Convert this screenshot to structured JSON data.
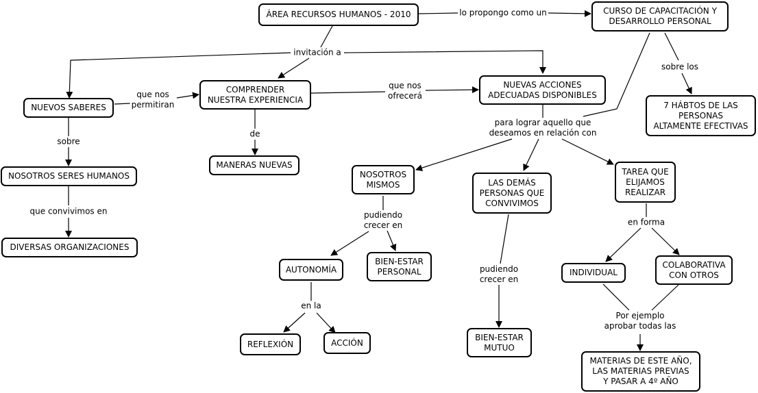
{
  "diagram": {
    "title": "ÁREA RECURSOS HUMANOS - 2010",
    "concepts": {
      "area": "ÁREA RECURSOS HUMANOS - 2010",
      "curso": "CURSO DE CAPACITACIÓN Y\nDESARROLLO PERSONAL",
      "habitos": "7 HÁBTOS DE LAS\nPERSONAS\nALTAMENTE EFECTIVAS",
      "saberes": "NUEVOS SABERES",
      "comprender": "COMPRENDER\nNUESTRA EXPERIENCIA",
      "acciones": "NUEVAS ACCIONES\nADECUADAS DISPONIBLES",
      "seres": "NOSOTROS SERES HUMANOS",
      "organizaciones": "DIVERSAS ORGANIZACIONES",
      "maneras": "MANERAS NUEVAS",
      "mismos": "NOSOTROS\nMISMOS",
      "demas": "LAS DEMÁS\nPERSONAS QUE\nCONVIVIMOS",
      "tarea": "TAREA QUE\nELIJAMOS\nREALIZAR",
      "autonomia": "AUTONOMÍA",
      "bienestar_personal": "BIEN-ESTAR\nPERSONAL",
      "reflexion": "REFLEXIÓN",
      "accion": "ACCIÓN",
      "bienestar_mutuo": "BIEN-ESTAR\nMUTUO",
      "individual": "INDIVIDUAL",
      "colaborativa": "COLABORATIVA\nCON OTROS",
      "materias": "MATERIAS DE ESTE AÑO,\nLAS MATERIAS PREVIAS\nY PASAR A 4º AÑO"
    },
    "linking_phrases": {
      "propongo": "lo propongo como un",
      "invitacion": "invitación a",
      "sobre_los": "sobre los",
      "permitiran": "que nos\npermitiran",
      "ofrecera": "que nos\nofrecerá",
      "sobre": "sobre",
      "de": "de",
      "convivimos_en": "que convivimos en",
      "lograr": "para lograr aquello que\ndeseamos en relación con",
      "crecer1": "pudiendo\ncrecer en",
      "crecer2": "pudiendo\ncrecer en",
      "en_la": "en la",
      "en_forma": "en forma",
      "ejemplo": "Por ejemplo\naprobar todas las"
    }
  }
}
